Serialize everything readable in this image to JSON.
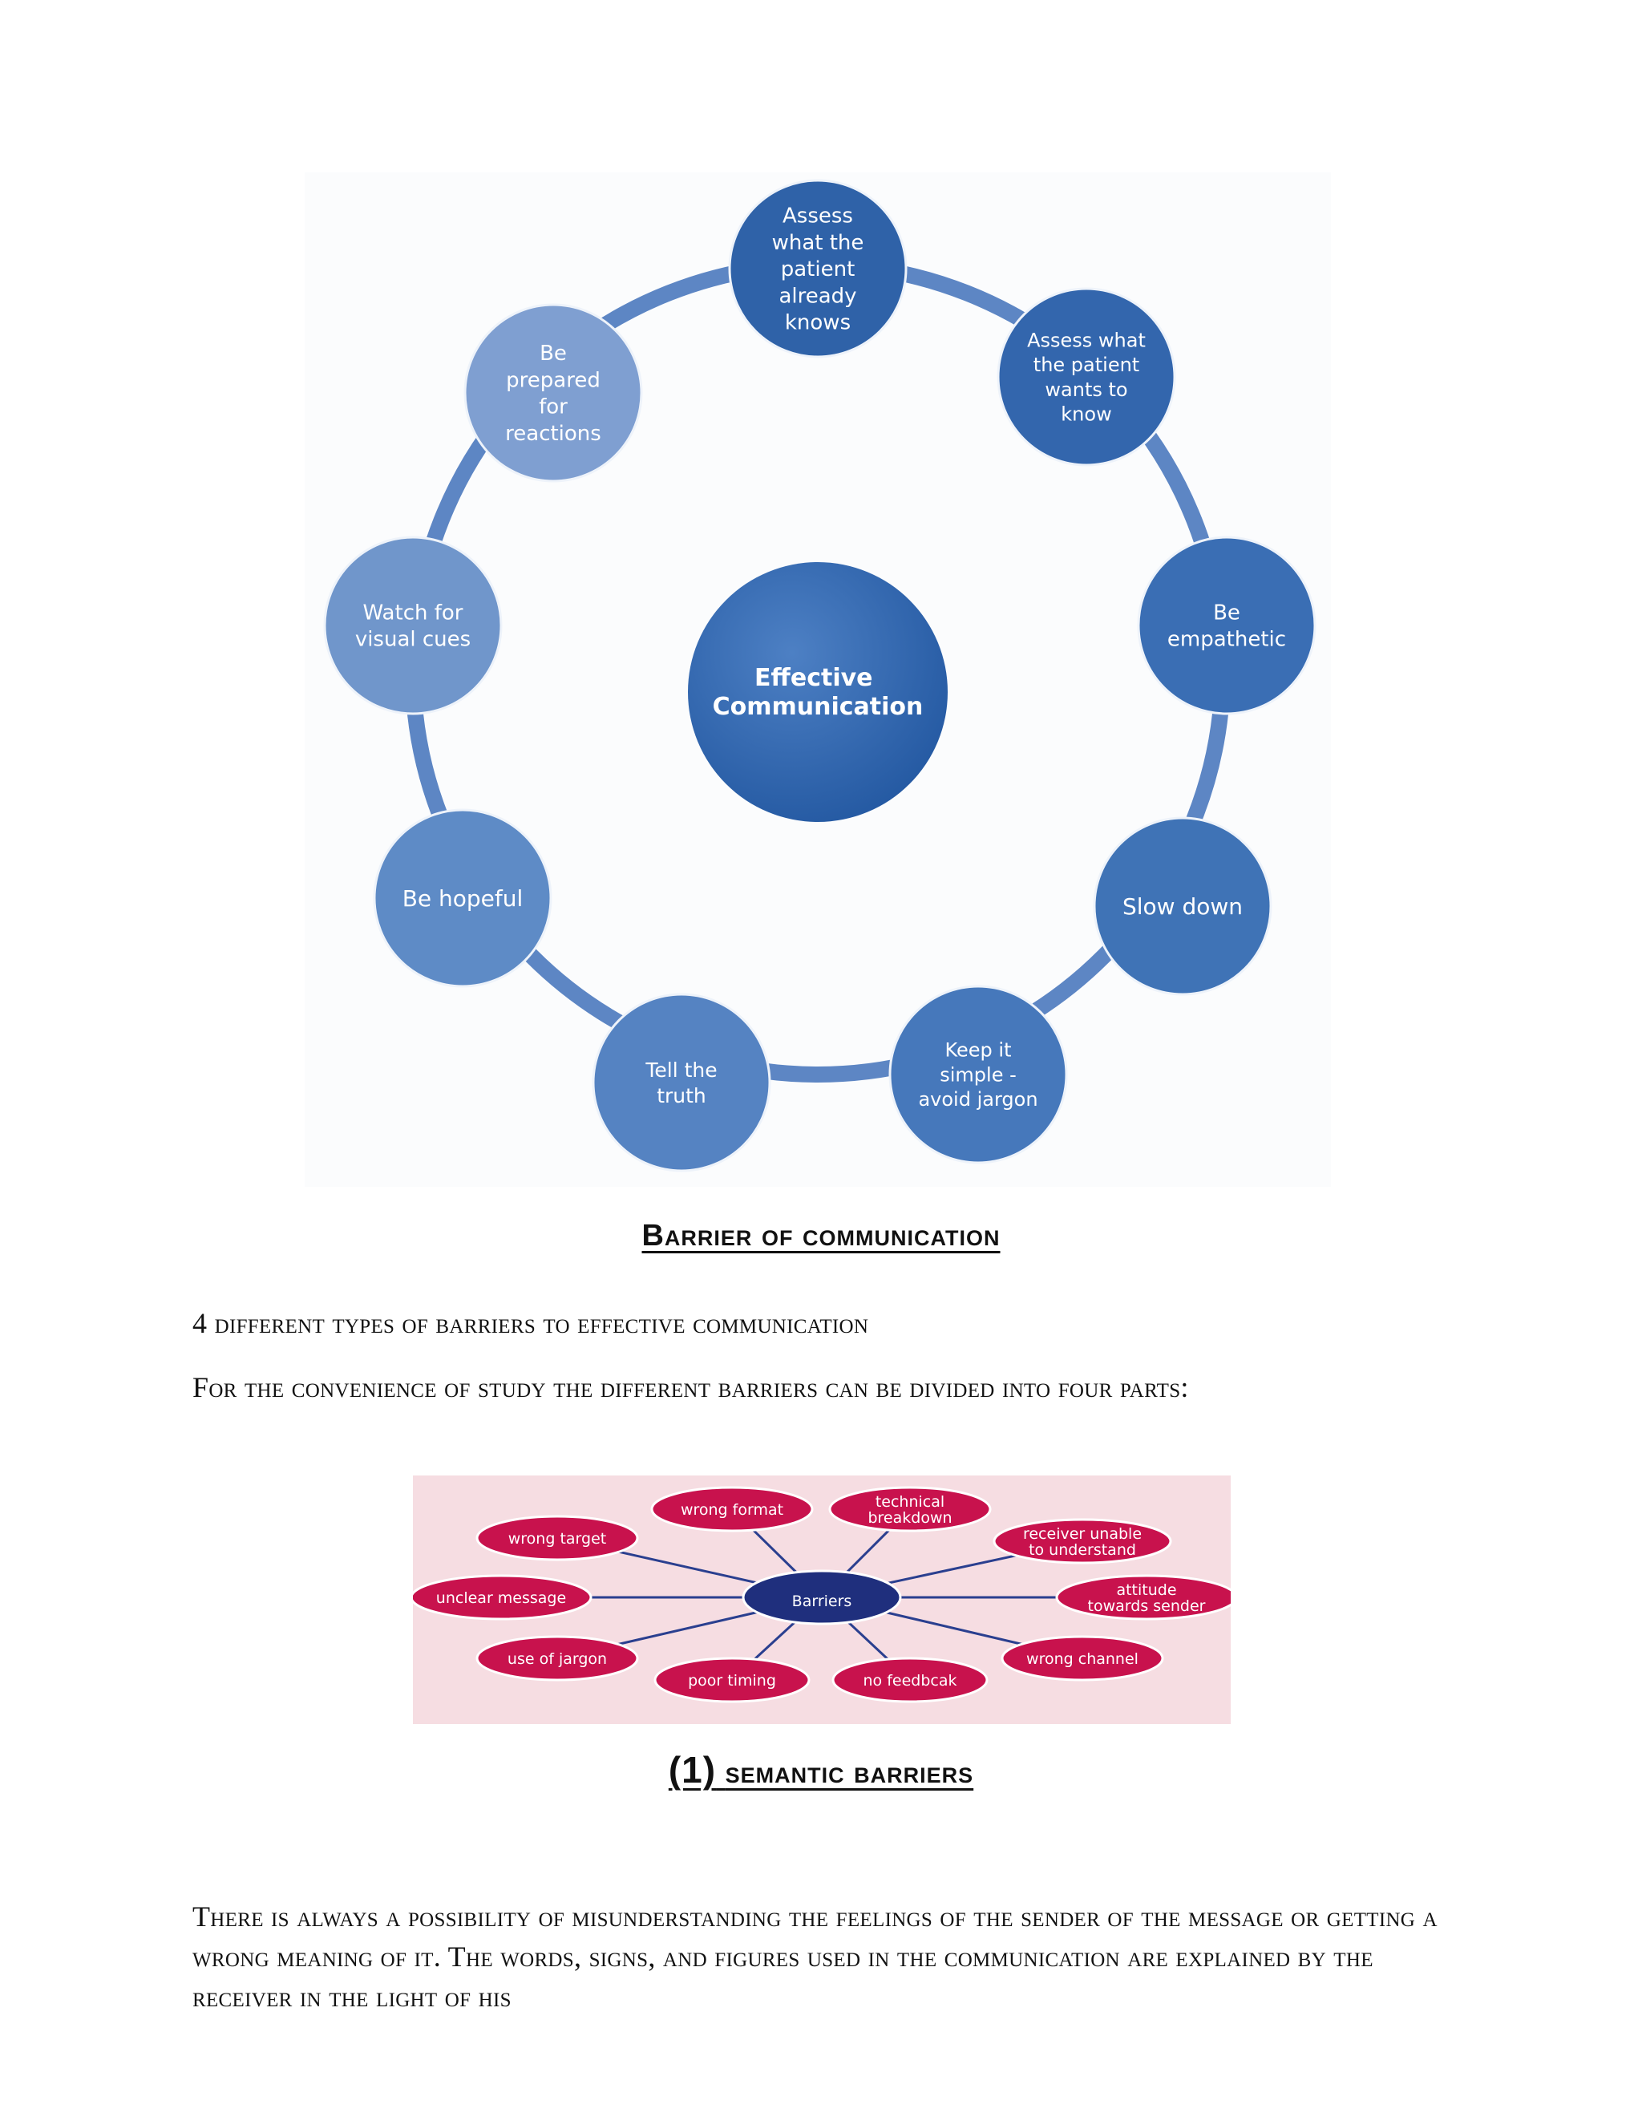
{
  "diagram_wheel": {
    "center": [
      "Effective",
      "Communication"
    ],
    "nodes": [
      {
        "id": "assess-knows",
        "lines": [
          "Assess",
          "what the",
          "patient",
          "already",
          "knows"
        ],
        "color": "#2f62a8"
      },
      {
        "id": "assess-wants",
        "lines": [
          "Assess what",
          "the patient",
          "wants to",
          "know"
        ],
        "color": "#3366ad"
      },
      {
        "id": "empathetic",
        "lines": [
          "Be",
          "empathetic"
        ],
        "color": "#3a6eb4"
      },
      {
        "id": "slow-down",
        "lines": [
          "Slow down"
        ],
        "color": "#3f73b6"
      },
      {
        "id": "keep-simple",
        "lines": [
          "Keep it",
          "simple -",
          "avoid jargon"
        ],
        "color": "#4678bb"
      },
      {
        "id": "tell-truth",
        "lines": [
          "Tell the",
          "truth"
        ],
        "color": "#5583c2"
      },
      {
        "id": "be-hopeful",
        "lines": [
          "Be hopeful"
        ],
        "color": "#5e8bc6"
      },
      {
        "id": "visual-cues",
        "lines": [
          "Watch for",
          "visual cues"
        ],
        "color": "#7096cb"
      },
      {
        "id": "be-prepared",
        "lines": [
          "Be",
          "prepared",
          "for",
          "reactions"
        ],
        "color": "#7f9fd1"
      }
    ]
  },
  "headings": {
    "barrier": "Barrier of communication",
    "semantic_num": "(1)",
    "semantic": "semantic barriers"
  },
  "paragraphs": {
    "types": "4 different types of barriers to effective communication",
    "convenience": "For the convenience of study the different barriers can be divided into four parts:",
    "semantic": "There is always a possibility of misunderstanding the feelings of the sender of the message or getting a wrong meaning of it. The words, signs, and figures used in the communication are explained by the receiver in the light of his"
  },
  "barriers_diagram": {
    "center": "Barriers",
    "items": [
      {
        "id": "wrong-target",
        "lines": [
          "wrong target"
        ]
      },
      {
        "id": "wrong-format",
        "lines": [
          "wrong format"
        ]
      },
      {
        "id": "technical-breakdown",
        "lines": [
          "technical",
          "breakdown"
        ]
      },
      {
        "id": "receiver-unable",
        "lines": [
          "receiver unable",
          "to understand"
        ]
      },
      {
        "id": "attitude-sender",
        "lines": [
          "attitude",
          "towards sender"
        ]
      },
      {
        "id": "wrong-channel",
        "lines": [
          "wrong channel"
        ]
      },
      {
        "id": "no-feedback",
        "lines": [
          "no feedbcak"
        ]
      },
      {
        "id": "poor-timing",
        "lines": [
          "poor timing"
        ]
      },
      {
        "id": "use-of-jargon",
        "lines": [
          "use of jargon"
        ]
      },
      {
        "id": "unclear-message",
        "lines": [
          "unclear message"
        ]
      }
    ],
    "colors": {
      "node": "#c8124d",
      "center": "#1f2f7d",
      "background": "#f6dde2",
      "line": "#2a3f8f"
    }
  }
}
